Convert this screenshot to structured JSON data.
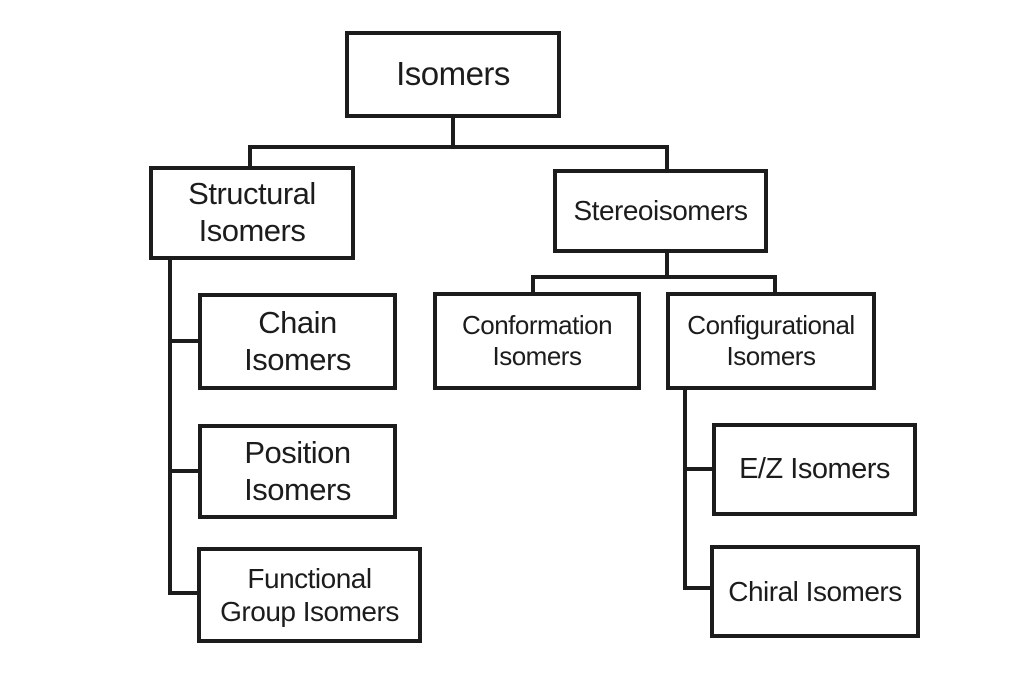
{
  "colors": {
    "background": "#ffffff",
    "line": "#1c1c1c",
    "text": "#1c1c1c",
    "box_fill": "#ffffff"
  },
  "nodes": {
    "isomers": {
      "label": "Isomers"
    },
    "structural": {
      "label": "Structural\nIsomers"
    },
    "stereoisomers": {
      "label": "Stereoisomers"
    },
    "chain": {
      "label": "Chain\nIsomers"
    },
    "position": {
      "label": "Position\nIsomers"
    },
    "functional_group": {
      "label": "Functional\nGroup Isomers"
    },
    "conformation": {
      "label": "Conformation\nIsomers"
    },
    "configurational": {
      "label": "Configurational\nIsomers"
    },
    "ez": {
      "label": "E/Z Isomers"
    },
    "chiral": {
      "label": "Chiral Isomers"
    }
  },
  "edges": [
    {
      "from": "Isomers",
      "to": "Structural Isomers"
    },
    {
      "from": "Isomers",
      "to": "Stereoisomers"
    },
    {
      "from": "Structural Isomers",
      "to": "Chain Isomers"
    },
    {
      "from": "Structural Isomers",
      "to": "Position Isomers"
    },
    {
      "from": "Structural Isomers",
      "to": "Functional Group Isomers"
    },
    {
      "from": "Stereoisomers",
      "to": "Conformation Isomers"
    },
    {
      "from": "Stereoisomers",
      "to": "Configurational Isomers"
    },
    {
      "from": "Configurational Isomers",
      "to": "E/Z Isomers"
    },
    {
      "from": "Configurational Isomers",
      "to": "Chiral Isomers"
    }
  ]
}
